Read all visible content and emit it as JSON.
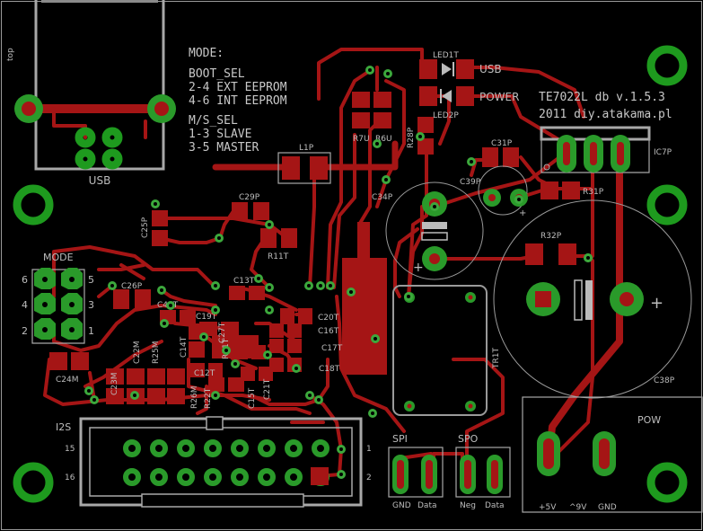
{
  "board": {
    "side_label": "top",
    "title_line1": "TE7022L db v.1.5.3",
    "title_line2": "2011 diy.atakama.pl",
    "colors": {
      "background": "#000000",
      "copper": "#a51515",
      "pads": "#2a9a2a",
      "silkscreen": "#b0b0b0"
    }
  },
  "mode_notes": {
    "heading": "MODE:",
    "lines": [
      "BOOT_SEL",
      "2-4 EXT EEPROM",
      "4-6 INT EEPROM",
      "M/S_SEL",
      "1-3 SLAVE",
      "3-5 MASTER"
    ]
  },
  "connectors": {
    "usb": "USB",
    "mode": "MODE",
    "mode_pins": [
      "6",
      "5",
      "4",
      "3",
      "2",
      "1"
    ],
    "i2s": "I2S",
    "i2s_pins": [
      "15",
      "16",
      "1",
      "2"
    ],
    "spi": {
      "label": "SPI",
      "pins": [
        "GND",
        "Data"
      ]
    },
    "spo": {
      "label": "SPO",
      "pins": [
        "Neg",
        "Data"
      ]
    },
    "pow": {
      "label": "POW",
      "pins": [
        "+5V",
        "^9V",
        "GND"
      ]
    }
  },
  "leds": {
    "led1": "LED1T",
    "led1_text": "USB",
    "led2": "LED2P",
    "led2_text": "POWER"
  },
  "components": [
    "L1P",
    "R7U",
    "R6U",
    "R28P",
    "C31P",
    "C34P",
    "C39P",
    "R31P",
    "IC7P",
    "R32P",
    "C38P",
    "TR1T",
    "C29P",
    "C25P",
    "R11T",
    "C26P",
    "C13T",
    "C40T",
    "C19T",
    "C20T",
    "C16T",
    "C17T",
    "C18T",
    "C24M",
    "C23M",
    "C22M",
    "R25M",
    "C14T",
    "C12T",
    "R26M",
    "R22T",
    "C15T",
    "C21T",
    "R21T",
    "C27T"
  ]
}
